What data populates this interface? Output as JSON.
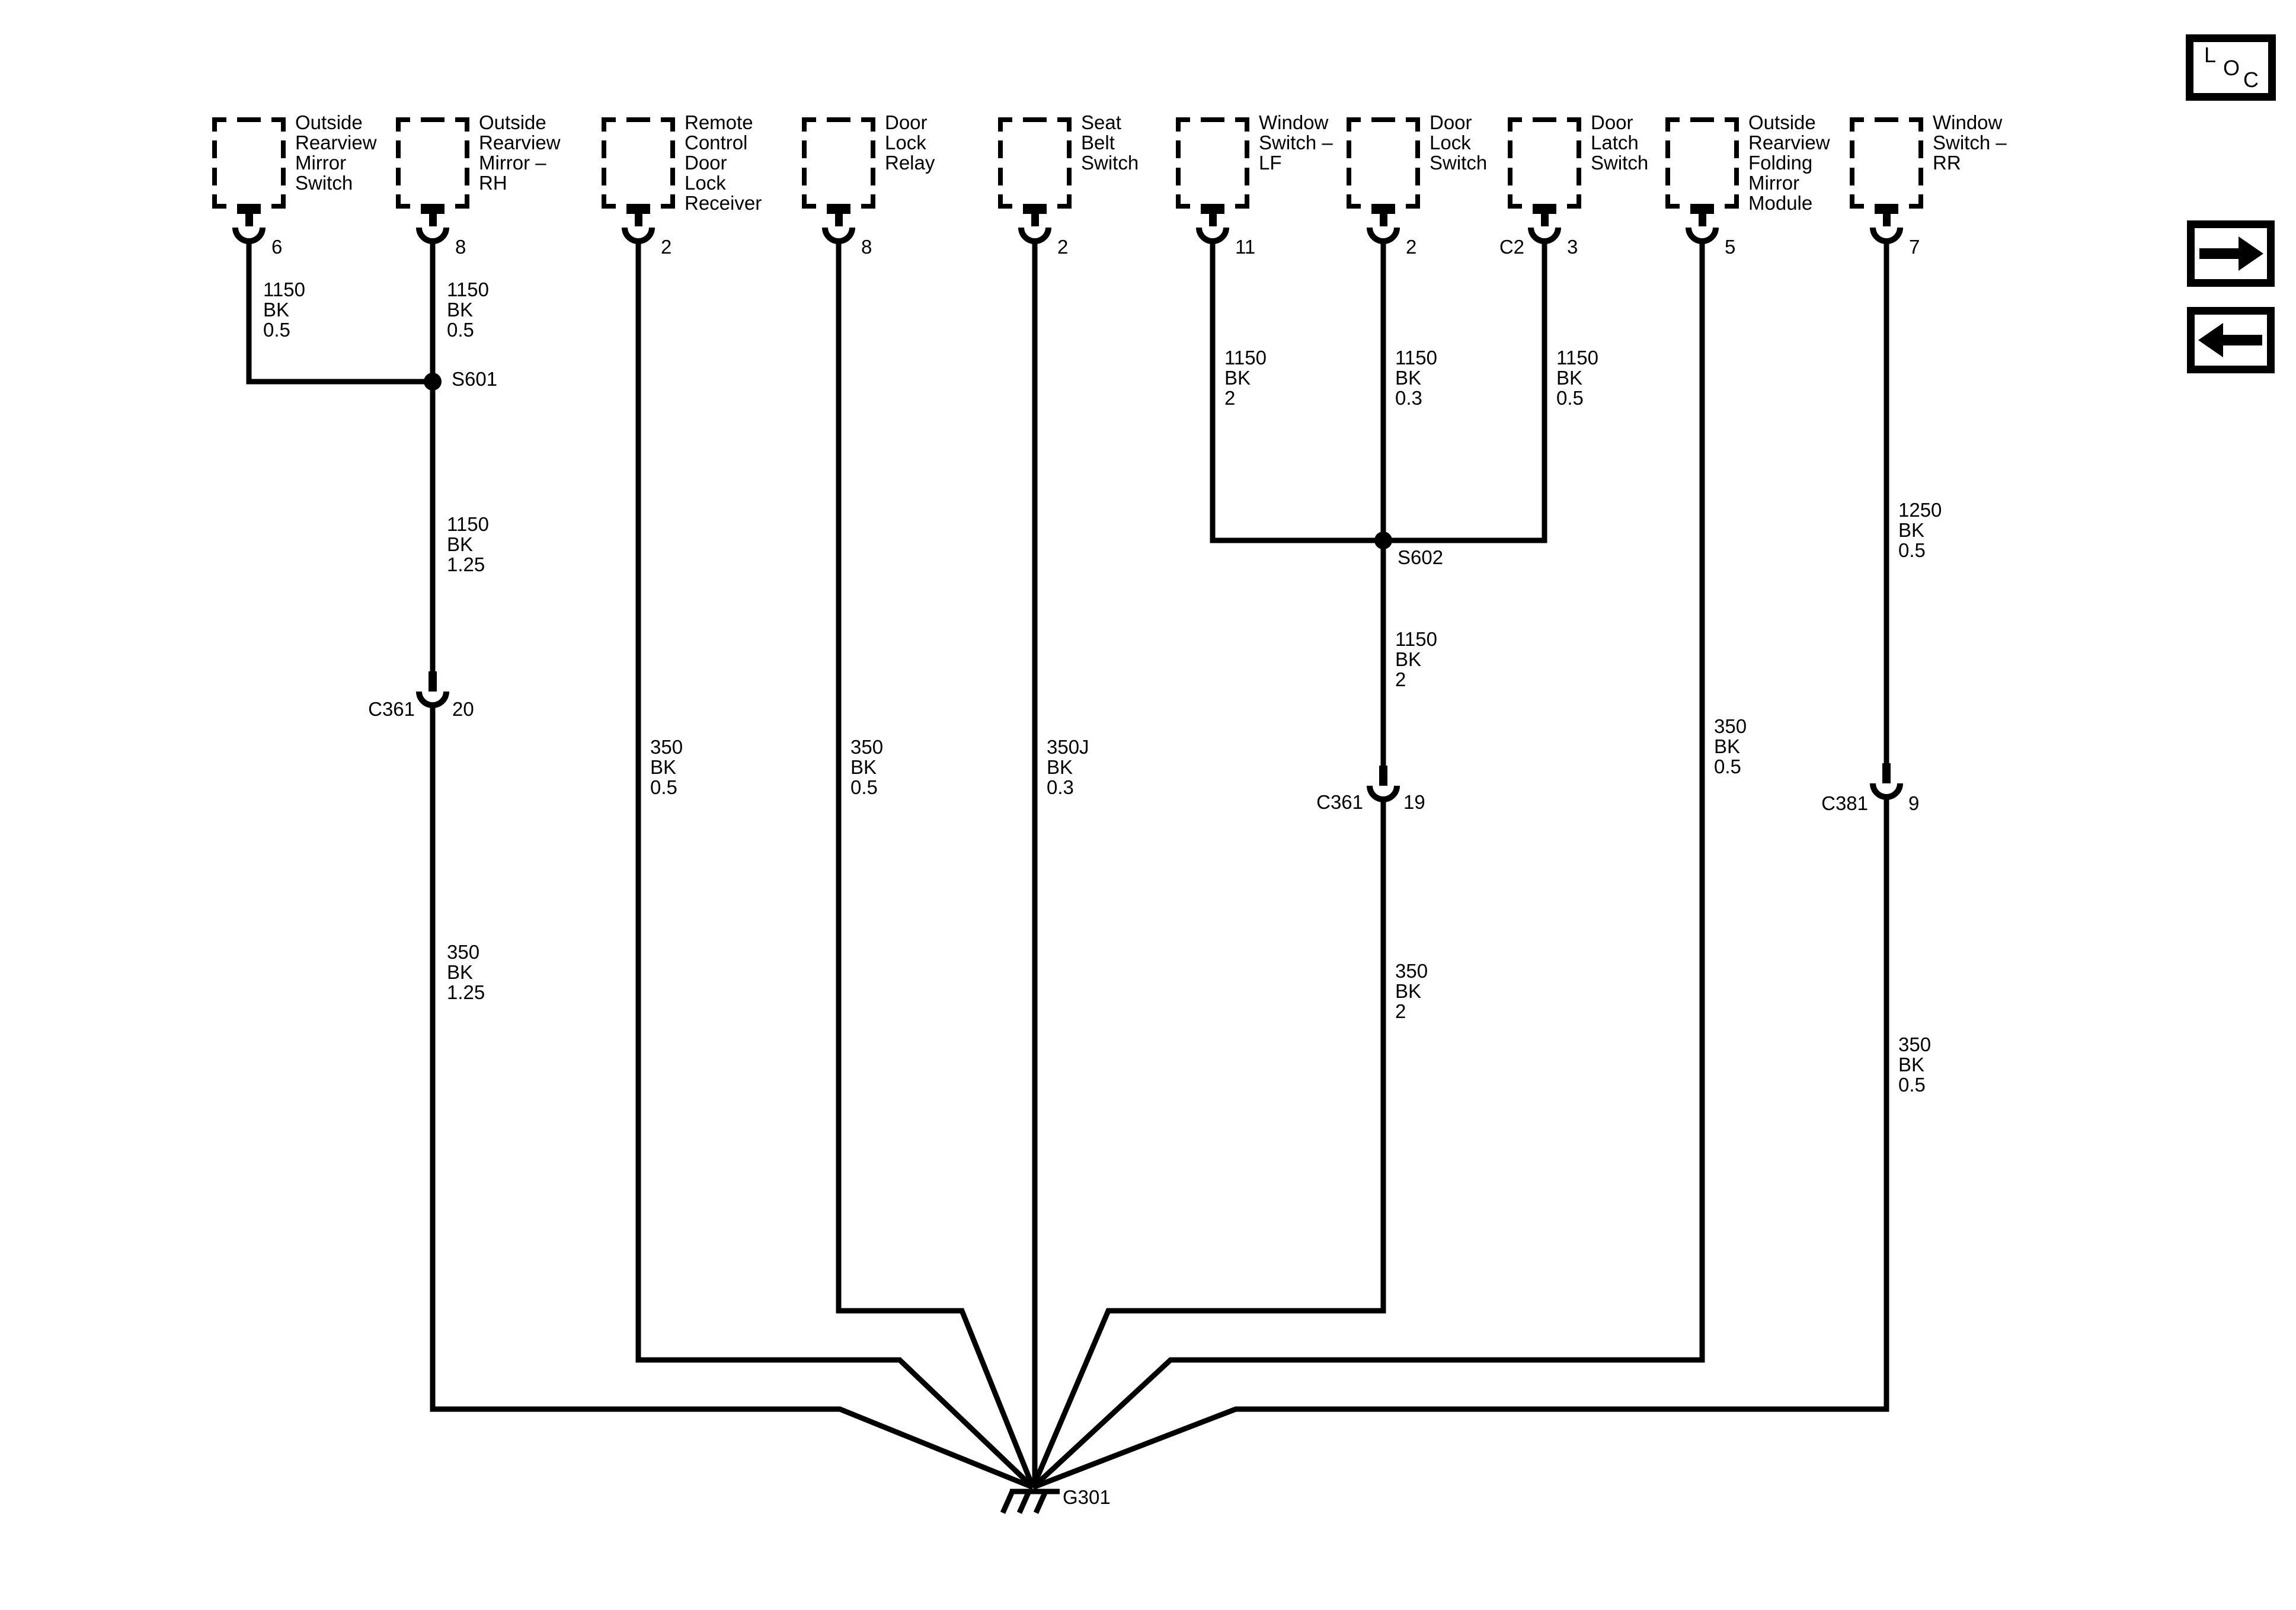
{
  "loc_panel": {
    "letters": [
      "L",
      "O",
      "C"
    ]
  },
  "nav": {
    "forward_icon": "right-arrow",
    "back_icon": "left-arrow"
  },
  "components": [
    {
      "name": "Outside\nRearview\nMirror\nSwitch",
      "pin": "6"
    },
    {
      "name": "Outside\nRearview\nMirror –\nRH",
      "pin": "8"
    },
    {
      "name": "Remote\nControl\nDoor\nLock\nReceiver",
      "pin": "2"
    },
    {
      "name": "Door\nLock\nRelay",
      "pin": "8"
    },
    {
      "name": "Seat\nBelt\nSwitch",
      "pin": "2"
    },
    {
      "name": "Window\nSwitch –\nLF",
      "pin": "11"
    },
    {
      "name": "Door\nLock\nSwitch",
      "pin": "2"
    },
    {
      "name": "Door\nLatch\nSwitch",
      "pin": "3",
      "connector": "C2"
    },
    {
      "name": "Outside\nRearview\nFolding\nMirror\nModule",
      "pin": "5"
    },
    {
      "name": "Window\nSwitch –\nRR",
      "pin": "7"
    }
  ],
  "wire_labels": [
    {
      "text": "1150\nBK\n0.5"
    },
    {
      "text": "1150\nBK\n0.5"
    },
    {
      "text": "1150\nBK\n1.25"
    },
    {
      "text": "350\nBK\n1.25"
    },
    {
      "text": "350\nBK\n0.5"
    },
    {
      "text": "350\nBK\n0.5"
    },
    {
      "text": "350J\nBK\n0.3"
    },
    {
      "text": "1150\nBK\n2"
    },
    {
      "text": "1150\nBK\n0.3"
    },
    {
      "text": "1150\nBK\n0.5"
    },
    {
      "text": "1150\nBK\n2"
    },
    {
      "text": "350\nBK\n2"
    },
    {
      "text": "350\nBK\n0.5"
    },
    {
      "text": "1250\nBK\n0.5"
    },
    {
      "text": "350\nBK\n0.5"
    }
  ],
  "splices": [
    {
      "label": "S601"
    },
    {
      "label": "S602"
    }
  ],
  "inline_connectors": [
    {
      "name": "C361",
      "pin": "20"
    },
    {
      "name": "C361",
      "pin": "19"
    },
    {
      "name": "C381",
      "pin": "9"
    }
  ],
  "ground": {
    "label": "G301"
  },
  "diagram_colors": {
    "line": "#000000",
    "background": "#ffffff"
  }
}
